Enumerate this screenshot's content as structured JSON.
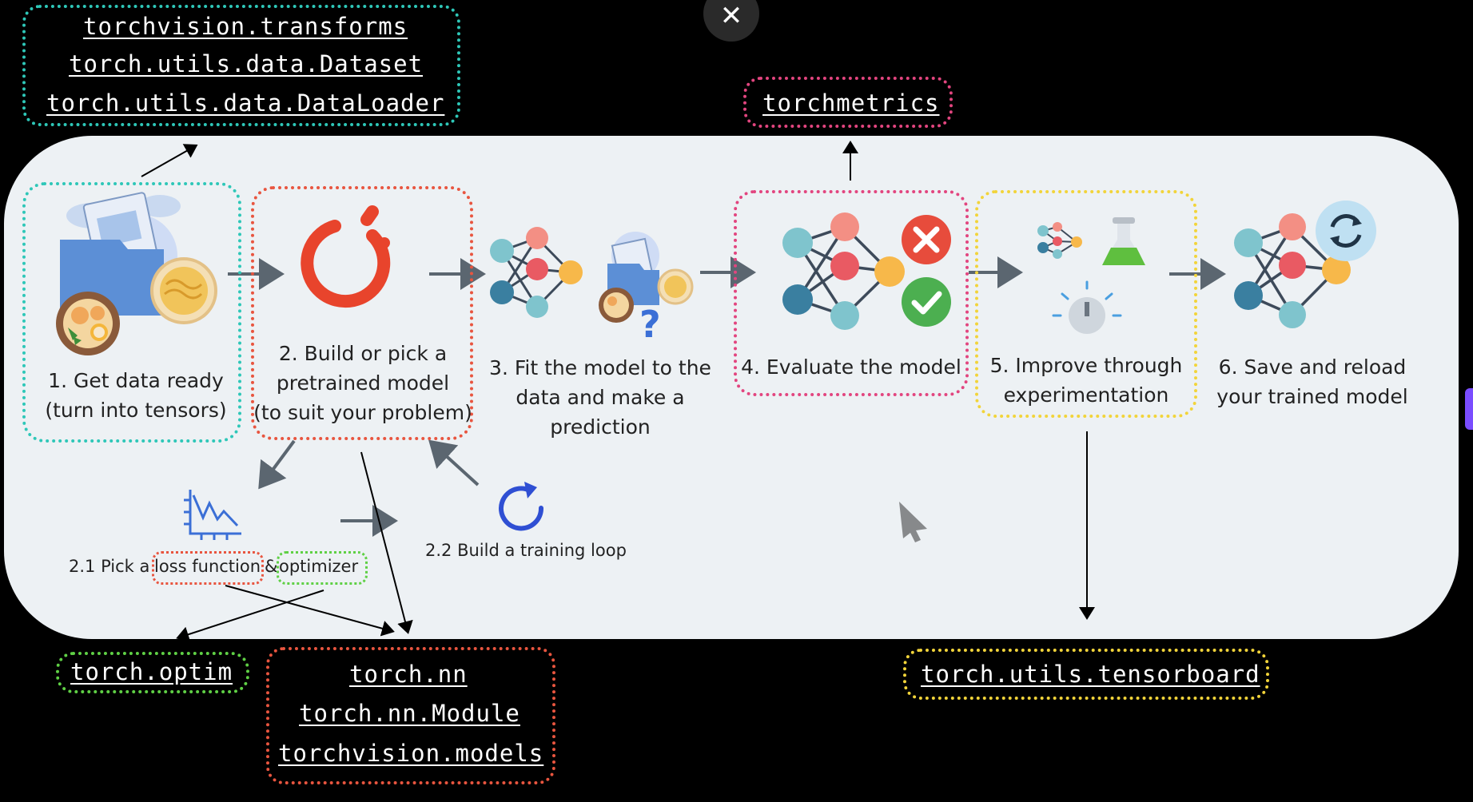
{
  "controls": {
    "close_glyph": "✕"
  },
  "top_left_box": {
    "lines": [
      "torchvision.transforms",
      "torch.utils.data.Dataset",
      "torch.utils.data.DataLoader"
    ]
  },
  "metrics_box": {
    "text": "torchmetrics"
  },
  "optim_box": {
    "text": "torch.optim"
  },
  "nn_box": {
    "lines": [
      "torch.nn",
      "torch.nn.Module",
      "torchvision.models"
    ]
  },
  "tensorboard_box": {
    "text": "torch.utils.tensorboard"
  },
  "steps": [
    {
      "lines": [
        "1. Get data ready",
        "(turn into tensors)"
      ]
    },
    {
      "lines": [
        "2. Build or pick a",
        "pretrained model",
        "(to suit your problem)"
      ]
    },
    {
      "lines": [
        "3. Fit the model to the",
        "data and make a",
        "prediction"
      ]
    },
    {
      "lines": [
        "4. Evaluate the model"
      ]
    },
    {
      "lines": [
        "5. Improve through",
        "experimentation"
      ]
    },
    {
      "lines": [
        "6. Save and reload",
        "your trained model"
      ]
    }
  ],
  "substeps": {
    "pick_prefix": "2.1 Pick a",
    "loss_function": "loss function",
    "ampersand": "&",
    "optimizer": "optimizer",
    "training_loop": "2.2 Build a training loop"
  },
  "icons": {
    "data": "data-folder-food-icon",
    "pytorch": "pytorch-logo-icon",
    "fit_network": "neural-network-icon",
    "fit_data": "data-question-icon",
    "evaluate_network": "neural-network-icon",
    "wrong": "cross-circle-icon",
    "right": "check-circle-icon",
    "experiment": "network-flask-timer-icon",
    "save_network": "neural-network-icon",
    "reload": "refresh-icon",
    "loss_chart": "loss-chart-icon",
    "loop": "loop-arrow-icon",
    "cursor": "mouse-cursor-icon"
  },
  "colors": {
    "teal": "#2ec7b8",
    "red": "#e8553f",
    "pink": "#e2457f",
    "yellow": "#f2d43a",
    "green": "#5fd045",
    "node_teal": "#7fc4cd",
    "node_red": "#e95a63",
    "node_orange": "#f7b84a",
    "node_blue": "#3a7fa0"
  }
}
